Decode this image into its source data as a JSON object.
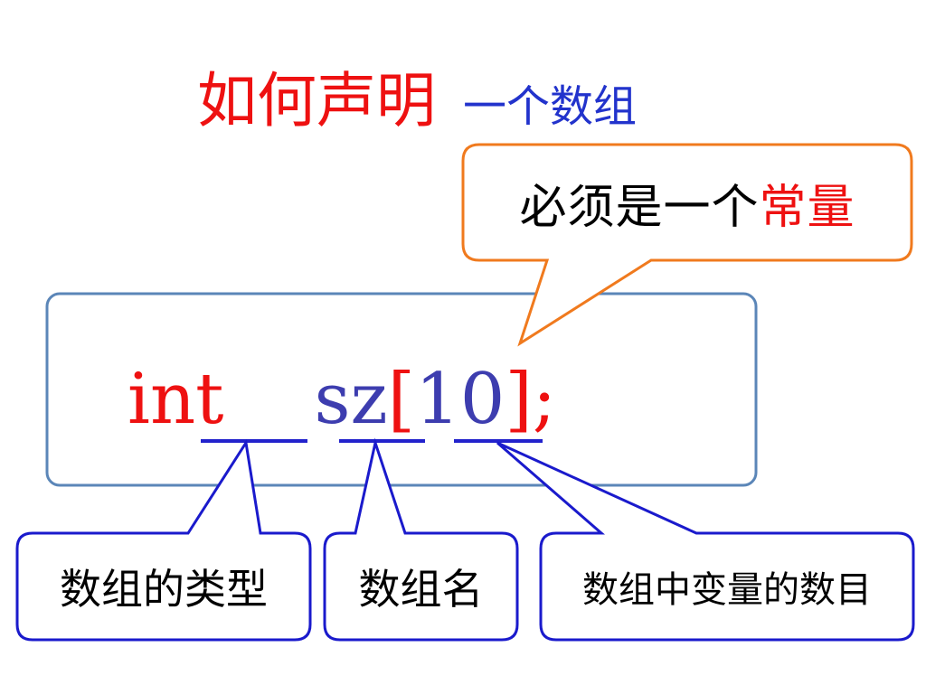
{
  "title": {
    "main": "如何声明",
    "sub": "一个数组",
    "main_color": "#ee1111",
    "sub_color": "#2233cc"
  },
  "bubble": {
    "text_normal": "必须是一个",
    "text_highlight": "常量",
    "border_color": "#f07a1e",
    "highlight_color": "#ee1111"
  },
  "code": {
    "type_token": "int",
    "name_token": "sz",
    "open_bracket": "[",
    "size_token": "10",
    "close_bracket": "]",
    "semicolon": ";",
    "keyword_color": "#ee1111",
    "identifier_color": "#3d3daf",
    "box_border_color": "#5b86b8",
    "underline_color": "#2222cc"
  },
  "labels": {
    "type_label": "数组的类型",
    "name_label": "数组名",
    "count_label": "数组中变量的数目",
    "border_color": "#1a1acc"
  }
}
